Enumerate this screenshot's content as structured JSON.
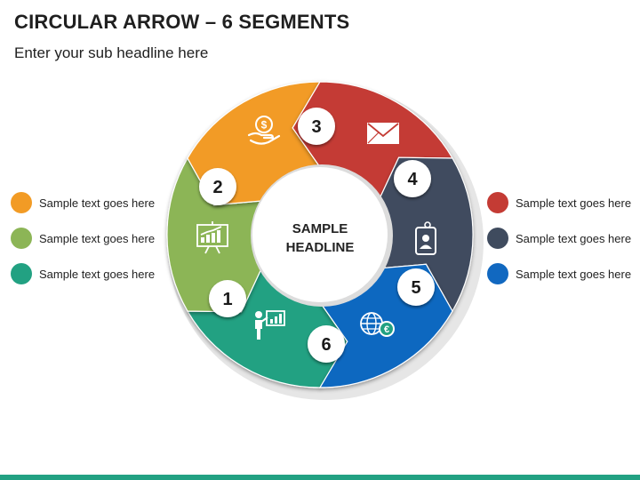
{
  "header": {
    "title": "CIRCULAR ARROW – 6 SEGMENTS",
    "subtitle": "Enter your sub headline here"
  },
  "center": {
    "line1": "SAMPLE",
    "line2": "HEADLINE"
  },
  "segments": [
    {
      "number": "1",
      "color": "#22a182",
      "icon": "presenter-chart-icon"
    },
    {
      "number": "2",
      "color": "#8cb556",
      "icon": "presentation-board-icon"
    },
    {
      "number": "3",
      "color": "#f29b25",
      "icon": "money-hand-icon"
    },
    {
      "number": "4",
      "color": "#c43b34",
      "icon": "envelope-icon"
    },
    {
      "number": "5",
      "color": "#3f4b5e",
      "icon": "id-badge-icon"
    },
    {
      "number": "6",
      "color": "#1168c0",
      "icon": "globe-euro-icon"
    }
  ],
  "legend_left": [
    {
      "label": "Sample text goes here",
      "color": "#f29b25"
    },
    {
      "label": "Sample text goes here",
      "color": "#8cb556"
    },
    {
      "label": "Sample text goes here",
      "color": "#22a182"
    }
  ],
  "legend_right": [
    {
      "label": "Sample text goes here",
      "color": "#c43b34"
    },
    {
      "label": "Sample text goes here",
      "color": "#3f4b5e"
    },
    {
      "label": "Sample text goes here",
      "color": "#1168c0"
    }
  ],
  "footer": {
    "bar_color": "#22a182"
  }
}
